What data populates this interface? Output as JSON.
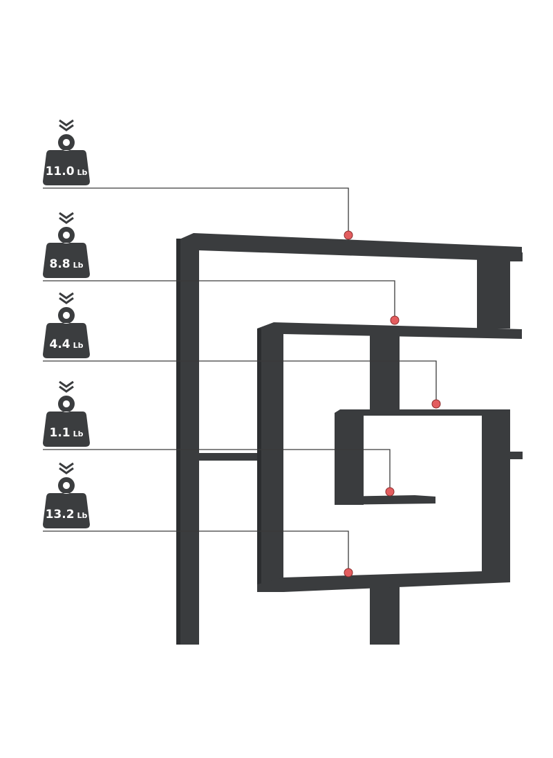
{
  "colors": {
    "shelf": "#3a3c3e",
    "shelf_shade": "#2c2e30",
    "weight_icon": "#3b3d3f",
    "leader_line": "#3a3a3a",
    "marker": "#e35d5f",
    "background": "#ffffff"
  },
  "icons": {
    "chevron": "double-chevron-down-icon",
    "weight": "kettlebell-weight-icon",
    "marker": "red-dot-marker-icon"
  },
  "weights": [
    {
      "value": "11.0",
      "unit": "Lb"
    },
    {
      "value": "8.8",
      "unit": "Lb"
    },
    {
      "value": "4.4",
      "unit": "Lb"
    },
    {
      "value": "1.1",
      "unit": "Lb"
    },
    {
      "value": "13.2",
      "unit": "Lb"
    }
  ]
}
